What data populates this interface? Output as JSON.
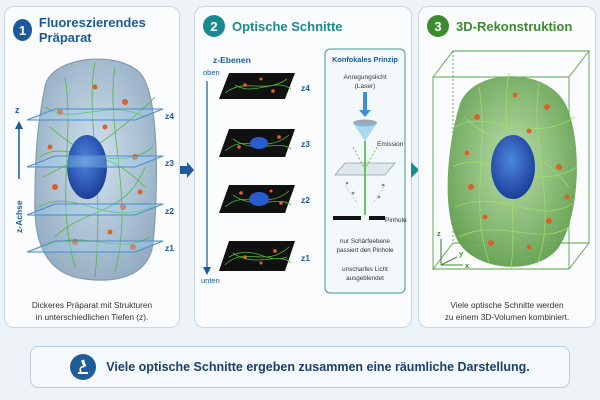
{
  "colors": {
    "step1": "#1a5a9c",
    "step2": "#1a8a8e",
    "step3": "#3c8b2e",
    "nucleus": "#2457b8",
    "filament": "#4cb83a",
    "banner_text": "#1a3f6e"
  },
  "panel1": {
    "number": "1",
    "title": "Fluoreszierendes Präparat",
    "z_axis": "z",
    "z_axis_label": "z-Achse",
    "planes": [
      "z4",
      "z3",
      "z2",
      "z1"
    ],
    "caption_line1": "Dickeres Präparat mit Strukturen",
    "caption_line2": "in unterschiedlichen Tiefen (z)."
  },
  "panel2": {
    "number": "2",
    "title": "Optische Schnitte",
    "stack_label": "z-Ebenen",
    "top_label": "oben",
    "bottom_label": "unten",
    "slices": [
      "z4",
      "z3",
      "z2",
      "z1"
    ],
    "confocal": {
      "title": "Konfokales Prinzip",
      "laser_line1": "Anregungslicht",
      "laser_line2": "(Laser)",
      "emission": "Emission",
      "pinhole": "Pinhole",
      "focus_line1": "nur Schärfeebene",
      "focus_line2": "passiert den Pinhole",
      "blur_line1": "unscharfes Licht",
      "blur_line2": "ausgeblendet"
    }
  },
  "panel3": {
    "number": "3",
    "title": "3D-Rekonstruktion",
    "axes": {
      "z": "z",
      "y": "y",
      "x": "x"
    },
    "caption_line1": "Viele optische Schnitte werden",
    "caption_line2": "zu einem 3D-Volumen kombiniert."
  },
  "banner": {
    "icon": "microscope-icon",
    "text": "Viele optische Schnitte ergeben zusammen eine räumliche Darstellung."
  }
}
